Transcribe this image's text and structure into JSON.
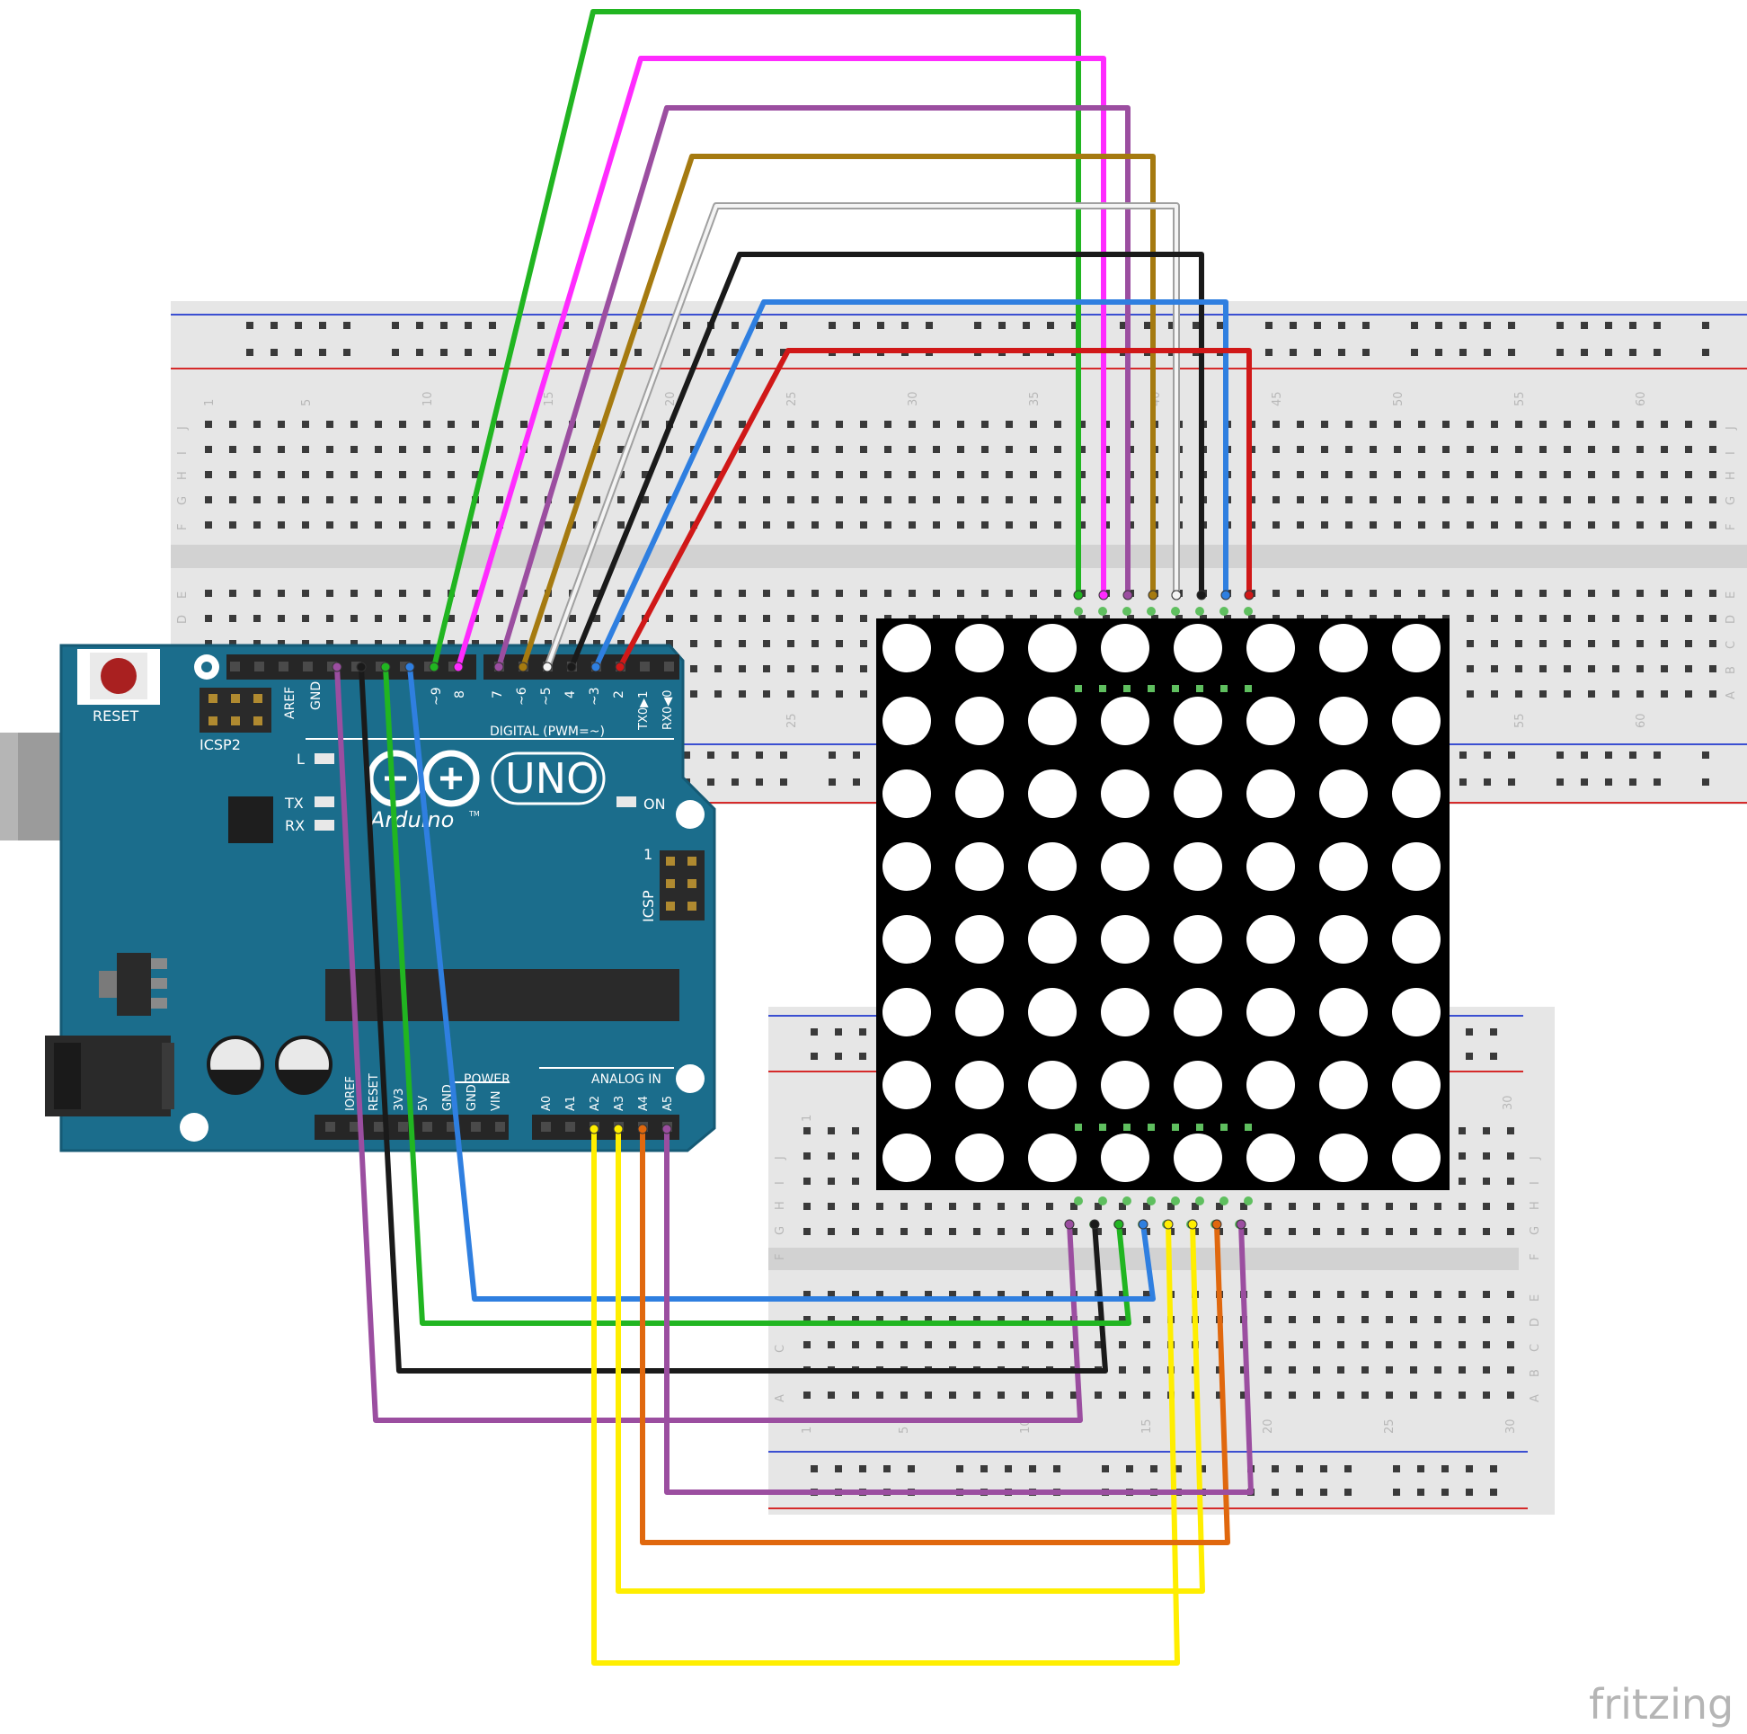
{
  "arduino": {
    "reset_label": "RESET",
    "icsp2_label": "ICSP2",
    "icsp_label": "ICSP",
    "icsp_pin1": "1",
    "aref_label": "AREF",
    "gnd_label": "GND",
    "digital_label": "DIGITAL (PWM=~)",
    "uno_label": "UNO",
    "brand_label": "Arduino",
    "trademark": "TM",
    "led_l": "L",
    "led_tx": "TX",
    "led_rx": "RX",
    "led_on": "ON",
    "power_label": "POWER",
    "analog_label": "ANALOG IN",
    "digital_pins": [
      "~9",
      "8",
      "7",
      "~6",
      "~5",
      "4",
      "~3",
      "2",
      "TX0▶1",
      "RX0◀0"
    ],
    "power_pins": [
      "IOREF",
      "RESET",
      "3V3",
      "5V",
      "GND",
      "GND",
      "VIN"
    ],
    "analog_pins": [
      "A0",
      "A1",
      "A2",
      "A3",
      "A4",
      "A5"
    ]
  },
  "breadboard_top": {
    "column_numbers": [
      "1",
      "5",
      "10",
      "15",
      "20",
      "25",
      "30",
      "35",
      "40",
      "45",
      "50",
      "55",
      "60"
    ],
    "row_letters_upper": [
      "J",
      "I",
      "H",
      "G",
      "F"
    ],
    "row_letters_lower": [
      "E",
      "D",
      "C",
      "B",
      "A"
    ],
    "bottom_numbers": [
      "25",
      "55",
      "60"
    ]
  },
  "breadboard_bottom": {
    "column_numbers": [
      "1",
      "5",
      "10",
      "15",
      "20",
      "25",
      "30"
    ],
    "row_letters_upper": [
      "J",
      "I",
      "H",
      "G",
      "F"
    ],
    "row_letters_lower": [
      "E",
      "D",
      "C",
      "B",
      "A"
    ]
  },
  "led_matrix": {
    "rows": 8,
    "cols": 8
  },
  "colors": {
    "arduino_board": "#1b6d8c",
    "breadboard": "#e6e6e6",
    "matrix_body": "#000000",
    "led": "#ffffff",
    "wire_green": "#21b521",
    "wire_magenta": "#ff2bff",
    "wire_purple": "#9b4ea0",
    "wire_brown": "#a57a10",
    "wire_white": "#f0f0f0",
    "wire_black": "#1a1a1a",
    "wire_blue": "#2f7fe0",
    "wire_red": "#d01818",
    "wire_yellow": "#ffee00",
    "wire_orange": "#e0680e"
  },
  "watermark": "fritzing"
}
